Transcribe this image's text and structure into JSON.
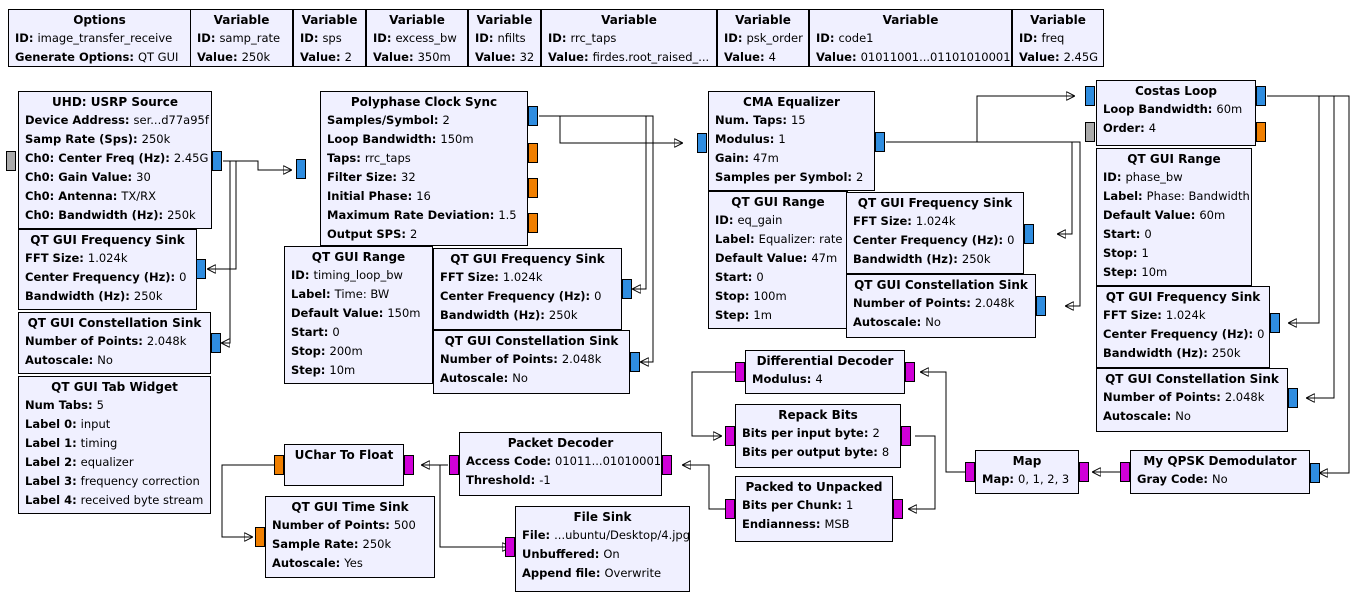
{
  "blocks": {
    "options": {
      "title": "Options",
      "rows": [
        {
          "k": "ID: ",
          "v": "image_transfer_receive"
        },
        {
          "k": "Generate Options: ",
          "v": "QT GUI"
        }
      ]
    },
    "var_samp_rate": {
      "title": "Variable",
      "rows": [
        {
          "k": "ID: ",
          "v": "samp_rate"
        },
        {
          "k": "Value: ",
          "v": "250k"
        }
      ]
    },
    "var_sps": {
      "title": "Variable",
      "rows": [
        {
          "k": "ID: ",
          "v": "sps"
        },
        {
          "k": "Value: ",
          "v": "2"
        }
      ]
    },
    "var_excess_bw": {
      "title": "Variable",
      "rows": [
        {
          "k": "ID: ",
          "v": "excess_bw"
        },
        {
          "k": "Value: ",
          "v": "350m"
        }
      ]
    },
    "var_nfilts": {
      "title": "Variable",
      "rows": [
        {
          "k": "ID: ",
          "v": "nfilts"
        },
        {
          "k": "Value: ",
          "v": "32"
        }
      ]
    },
    "var_rrc_taps": {
      "title": "Variable",
      "rows": [
        {
          "k": "ID: ",
          "v": "rrc_taps"
        },
        {
          "k": "Value: ",
          "v": "firdes.root_raised_..."
        }
      ]
    },
    "var_psk_order": {
      "title": "Variable",
      "rows": [
        {
          "k": "ID: ",
          "v": "psk_order"
        },
        {
          "k": "Value: ",
          "v": "4"
        }
      ]
    },
    "var_code1": {
      "title": "Variable",
      "rows": [
        {
          "k": "ID: ",
          "v": "code1"
        },
        {
          "k": "Value: ",
          "v": "01011001...01101010001"
        }
      ]
    },
    "var_freq": {
      "title": "Variable",
      "rows": [
        {
          "k": "ID: ",
          "v": "freq"
        },
        {
          "k": "Value: ",
          "v": "2.45G"
        }
      ]
    },
    "usrp": {
      "title": "UHD: USRP Source",
      "rows": [
        {
          "k": "Device Address: ",
          "v": "ser...d77a95f"
        },
        {
          "k": "Samp Rate (Sps): ",
          "v": "250k"
        },
        {
          "k": "Ch0: Center Freq (Hz): ",
          "v": "2.45G"
        },
        {
          "k": "Ch0: Gain Value: ",
          "v": "30"
        },
        {
          "k": "Ch0: Antenna: ",
          "v": "TX/RX"
        },
        {
          "k": "Ch0: Bandwidth (Hz): ",
          "v": "250k"
        }
      ]
    },
    "freq_sink1": {
      "title": "QT GUI Frequency Sink",
      "rows": [
        {
          "k": "FFT Size: ",
          "v": "1.024k"
        },
        {
          "k": "Center Frequency (Hz): ",
          "v": "0"
        },
        {
          "k": "Bandwidth (Hz): ",
          "v": "250k"
        }
      ]
    },
    "const_sink1": {
      "title": "QT GUI Constellation Sink",
      "rows": [
        {
          "k": "Number of Points: ",
          "v": "2.048k"
        },
        {
          "k": "Autoscale: ",
          "v": "No"
        }
      ]
    },
    "tab_widget": {
      "title": "QT GUI Tab Widget",
      "rows": [
        {
          "k": "Num Tabs: ",
          "v": "5"
        },
        {
          "k": "Label 0: ",
          "v": "input"
        },
        {
          "k": "Label 1: ",
          "v": "timing"
        },
        {
          "k": "Label 2: ",
          "v": "equalizer"
        },
        {
          "k": "Label 3: ",
          "v": "frequency correction"
        },
        {
          "k": "Label 4: ",
          "v": "received byte stream"
        }
      ]
    },
    "clock_sync": {
      "title": "Polyphase Clock Sync",
      "rows": [
        {
          "k": "Samples/Symbol: ",
          "v": "2"
        },
        {
          "k": "Loop Bandwidth: ",
          "v": "150m"
        },
        {
          "k": "Taps: ",
          "v": "rrc_taps"
        },
        {
          "k": "Filter Size: ",
          "v": "32"
        },
        {
          "k": "Initial Phase: ",
          "v": "16"
        },
        {
          "k": "Maximum Rate Deviation: ",
          "v": "1.5"
        },
        {
          "k": "Output SPS: ",
          "v": "2"
        }
      ]
    },
    "range_timing": {
      "title": "QT GUI Range",
      "rows": [
        {
          "k": "ID: ",
          "v": "timing_loop_bw"
        },
        {
          "k": "Label: ",
          "v": "Time: BW"
        },
        {
          "k": "Default Value: ",
          "v": "150m"
        },
        {
          "k": "Start: ",
          "v": "0"
        },
        {
          "k": "Stop: ",
          "v": "200m"
        },
        {
          "k": "Step: ",
          "v": "10m"
        }
      ]
    },
    "freq_sink2": {
      "title": "QT GUI Frequency Sink",
      "rows": [
        {
          "k": "FFT Size: ",
          "v": "1.024k"
        },
        {
          "k": "Center Frequency (Hz): ",
          "v": "0"
        },
        {
          "k": "Bandwidth (Hz): ",
          "v": "250k"
        }
      ]
    },
    "const_sink2": {
      "title": "QT GUI Constellation Sink",
      "rows": [
        {
          "k": "Number of Points: ",
          "v": "2.048k"
        },
        {
          "k": "Autoscale: ",
          "v": "No"
        }
      ]
    },
    "cma": {
      "title": "CMA Equalizer",
      "rows": [
        {
          "k": "Num. Taps: ",
          "v": "15"
        },
        {
          "k": "Modulus: ",
          "v": "1"
        },
        {
          "k": "Gain: ",
          "v": "47m"
        },
        {
          "k": "Samples per Symbol: ",
          "v": "2"
        }
      ]
    },
    "range_eq": {
      "title": "QT GUI Range",
      "rows": [
        {
          "k": "ID: ",
          "v": "eq_gain"
        },
        {
          "k": "Label: ",
          "v": "Equalizer: rate"
        },
        {
          "k": "Default Value: ",
          "v": "47m"
        },
        {
          "k": "Start: ",
          "v": "0"
        },
        {
          "k": "Stop: ",
          "v": "100m"
        },
        {
          "k": "Step: ",
          "v": "1m"
        }
      ]
    },
    "freq_sink3": {
      "title": "QT GUI Frequency Sink",
      "rows": [
        {
          "k": "FFT Size: ",
          "v": "1.024k"
        },
        {
          "k": "Center Frequency (Hz): ",
          "v": "0"
        },
        {
          "k": "Bandwidth (Hz): ",
          "v": "250k"
        }
      ]
    },
    "const_sink3": {
      "title": "QT GUI Constellation Sink",
      "rows": [
        {
          "k": "Number of Points: ",
          "v": "2.048k"
        },
        {
          "k": "Autoscale: ",
          "v": "No"
        }
      ]
    },
    "costas": {
      "title": "Costas Loop",
      "rows": [
        {
          "k": "Loop Bandwidth: ",
          "v": "60m"
        },
        {
          "k": "Order: ",
          "v": "4"
        }
      ]
    },
    "range_phase": {
      "title": "QT GUI Range",
      "rows": [
        {
          "k": "ID: ",
          "v": "phase_bw"
        },
        {
          "k": "Label: ",
          "v": "Phase: Bandwidth"
        },
        {
          "k": "Default Value: ",
          "v": "60m"
        },
        {
          "k": "Start: ",
          "v": "0"
        },
        {
          "k": "Stop: ",
          "v": "1"
        },
        {
          "k": "Step: ",
          "v": "10m"
        }
      ]
    },
    "freq_sink4": {
      "title": "QT GUI Frequency Sink",
      "rows": [
        {
          "k": "FFT Size: ",
          "v": "1.024k"
        },
        {
          "k": "Center Frequency (Hz): ",
          "v": "0"
        },
        {
          "k": "Bandwidth (Hz): ",
          "v": "250k"
        }
      ]
    },
    "const_sink4": {
      "title": "QT GUI Constellation Sink",
      "rows": [
        {
          "k": "Number of Points: ",
          "v": "2.048k"
        },
        {
          "k": "Autoscale: ",
          "v": "No"
        }
      ]
    },
    "diff_decoder": {
      "title": "Differential Decoder",
      "rows": [
        {
          "k": "Modulus: ",
          "v": "4"
        }
      ]
    },
    "repack": {
      "title": "Repack Bits",
      "rows": [
        {
          "k": "Bits per input byte: ",
          "v": "2"
        },
        {
          "k": "Bits per output byte: ",
          "v": "8"
        }
      ]
    },
    "packed_unpacked": {
      "title": "Packed to Unpacked",
      "rows": [
        {
          "k": "Bits per Chunk: ",
          "v": "1"
        },
        {
          "k": "Endianness: ",
          "v": "MSB"
        }
      ]
    },
    "map": {
      "title": "Map",
      "rows": [
        {
          "k": "Map: ",
          "v": "0, 1, 2, 3"
        }
      ]
    },
    "qpsk_demod": {
      "title": "My QPSK Demodulator",
      "rows": [
        {
          "k": "Gray Code: ",
          "v": "No"
        }
      ]
    },
    "packet_decoder": {
      "title": "Packet Decoder",
      "rows": [
        {
          "k": "Access Code: ",
          "v": "01011...01010001"
        },
        {
          "k": "Threshold: ",
          "v": "-1"
        }
      ]
    },
    "uchar_float": {
      "title": "UChar To Float",
      "rows": []
    },
    "time_sink": {
      "title": "QT GUI Time Sink",
      "rows": [
        {
          "k": "Number of Points: ",
          "v": "500"
        },
        {
          "k": "Sample Rate: ",
          "v": "250k"
        },
        {
          "k": "Autoscale: ",
          "v": "Yes"
        }
      ]
    },
    "file_sink": {
      "title": "File Sink",
      "rows": [
        {
          "k": "File: ",
          "v": "...ubuntu/Desktop/4.jpg"
        },
        {
          "k": "Unbuffered: ",
          "v": "On"
        },
        {
          "k": "Append file: ",
          "v": "Overwrite"
        }
      ]
    }
  }
}
